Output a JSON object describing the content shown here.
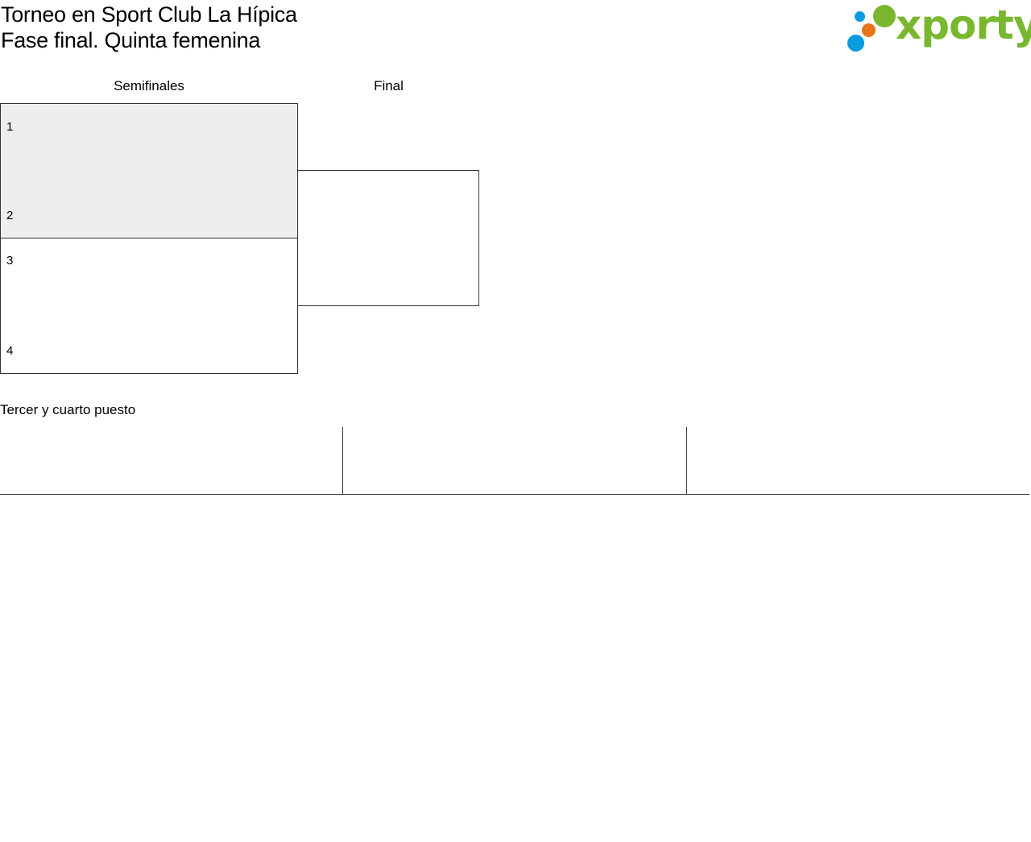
{
  "header": {
    "title_line1": "Torneo en Sport Club La Hípica",
    "title_line2": "Fase final. Quinta femenina"
  },
  "logo": {
    "text": "xporty",
    "colors": {
      "green": "#7ab730",
      "blue": "#0a9be0",
      "orange": "#e8741a"
    }
  },
  "colors": {
    "semifinal_highlight": "#eeeeee",
    "border": "#333333"
  },
  "bracket": {
    "rounds": [
      "Semifinales",
      "Final"
    ],
    "semifinals": [
      {
        "seeds": [
          "1",
          "2"
        ]
      },
      {
        "seeds": [
          "3",
          "4"
        ]
      }
    ]
  },
  "third_place": {
    "title": "Tercer y cuarto puesto"
  }
}
